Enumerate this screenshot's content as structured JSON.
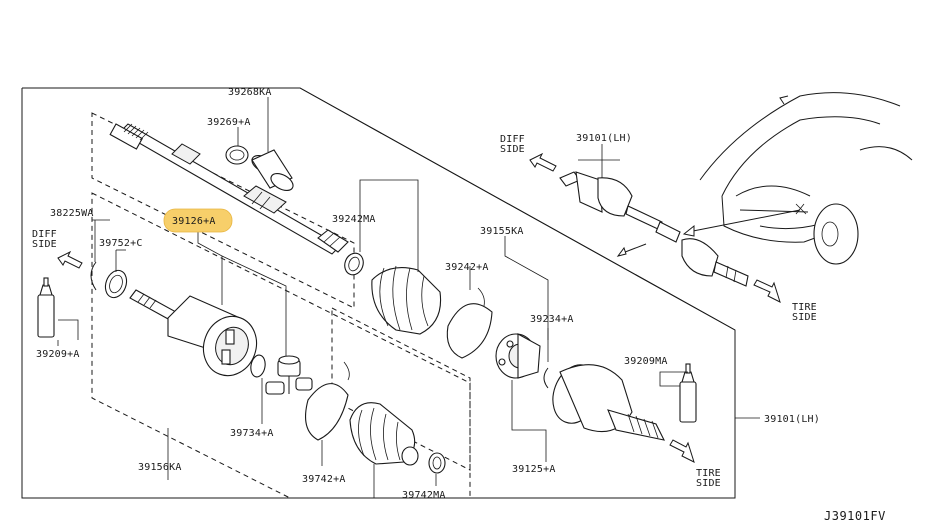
{
  "parts": {
    "p39268KA": "39268KA",
    "p39269A": "39269+A",
    "p38225WA": "38225WA",
    "p39126A": "39126+A",
    "p39752C": "39752+C",
    "p39242MA": "39242MA",
    "p39155KA": "39155KA",
    "p39242A": "39242+A",
    "p39234A": "39234+A",
    "p39209MA": "39209MA",
    "p39209A": "39209+A",
    "p39734A": "39734+A",
    "p39156KA": "39156KA",
    "p39742A": "39742+A",
    "p39742MA": "39742MA",
    "p39125A": "39125+A",
    "p39101LH_top": "39101(LH)",
    "p39101LH_right": "39101(LH)"
  },
  "directions": {
    "diff_left": [
      "DIFF",
      "SIDE"
    ],
    "diff_top": [
      "DIFF",
      "SIDE"
    ],
    "tire_top": [
      "TIRE",
      "SIDE"
    ],
    "tire_bottom": [
      "TIRE",
      "SIDE"
    ]
  },
  "diagram_ref": "J39101FV",
  "highlighted_part": "39126+A",
  "colors": {
    "highlight": "#f7cf6a",
    "ink": "#1a1a1a"
  }
}
